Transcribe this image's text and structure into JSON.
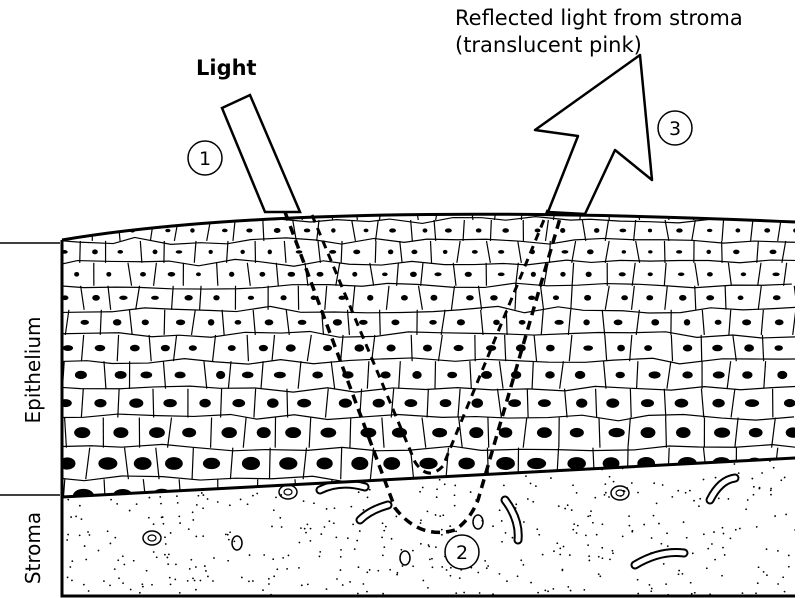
{
  "labels": {
    "reflected_line1": "Reflected light from stroma",
    "reflected_line2": "(translucent pink)",
    "light": "Light",
    "step1": "1",
    "step2": "2",
    "step3": "3",
    "epithelium": "Epithelium",
    "stroma": "Stroma"
  }
}
